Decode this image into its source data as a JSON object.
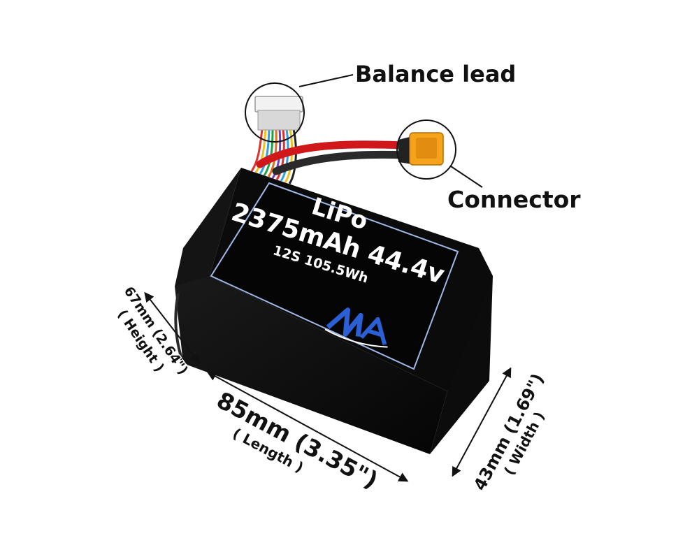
{
  "callouts": {
    "balance_lead": "Balance lead",
    "connector": "Connector"
  },
  "battery_label": {
    "chemistry": "LiPo",
    "capacity_voltage": "2375mAh 44.4v",
    "config_energy": "12S 105.5Wh",
    "logo_text": "MA"
  },
  "dimensions": {
    "height": {
      "value": "67mm (2.64\")",
      "name": "( Height )"
    },
    "length": {
      "value": "85mm (3.35\")",
      "name": "( Length )"
    },
    "width": {
      "value": "43mm (1.69\")",
      "name": "( Width )"
    }
  },
  "colors": {
    "pack_body": "#0b0b0b",
    "label_border": "#9fb8e6",
    "connector": "#f6a31c",
    "wire_red": "#d0181b",
    "logo_blue": "#2b5fd6"
  }
}
